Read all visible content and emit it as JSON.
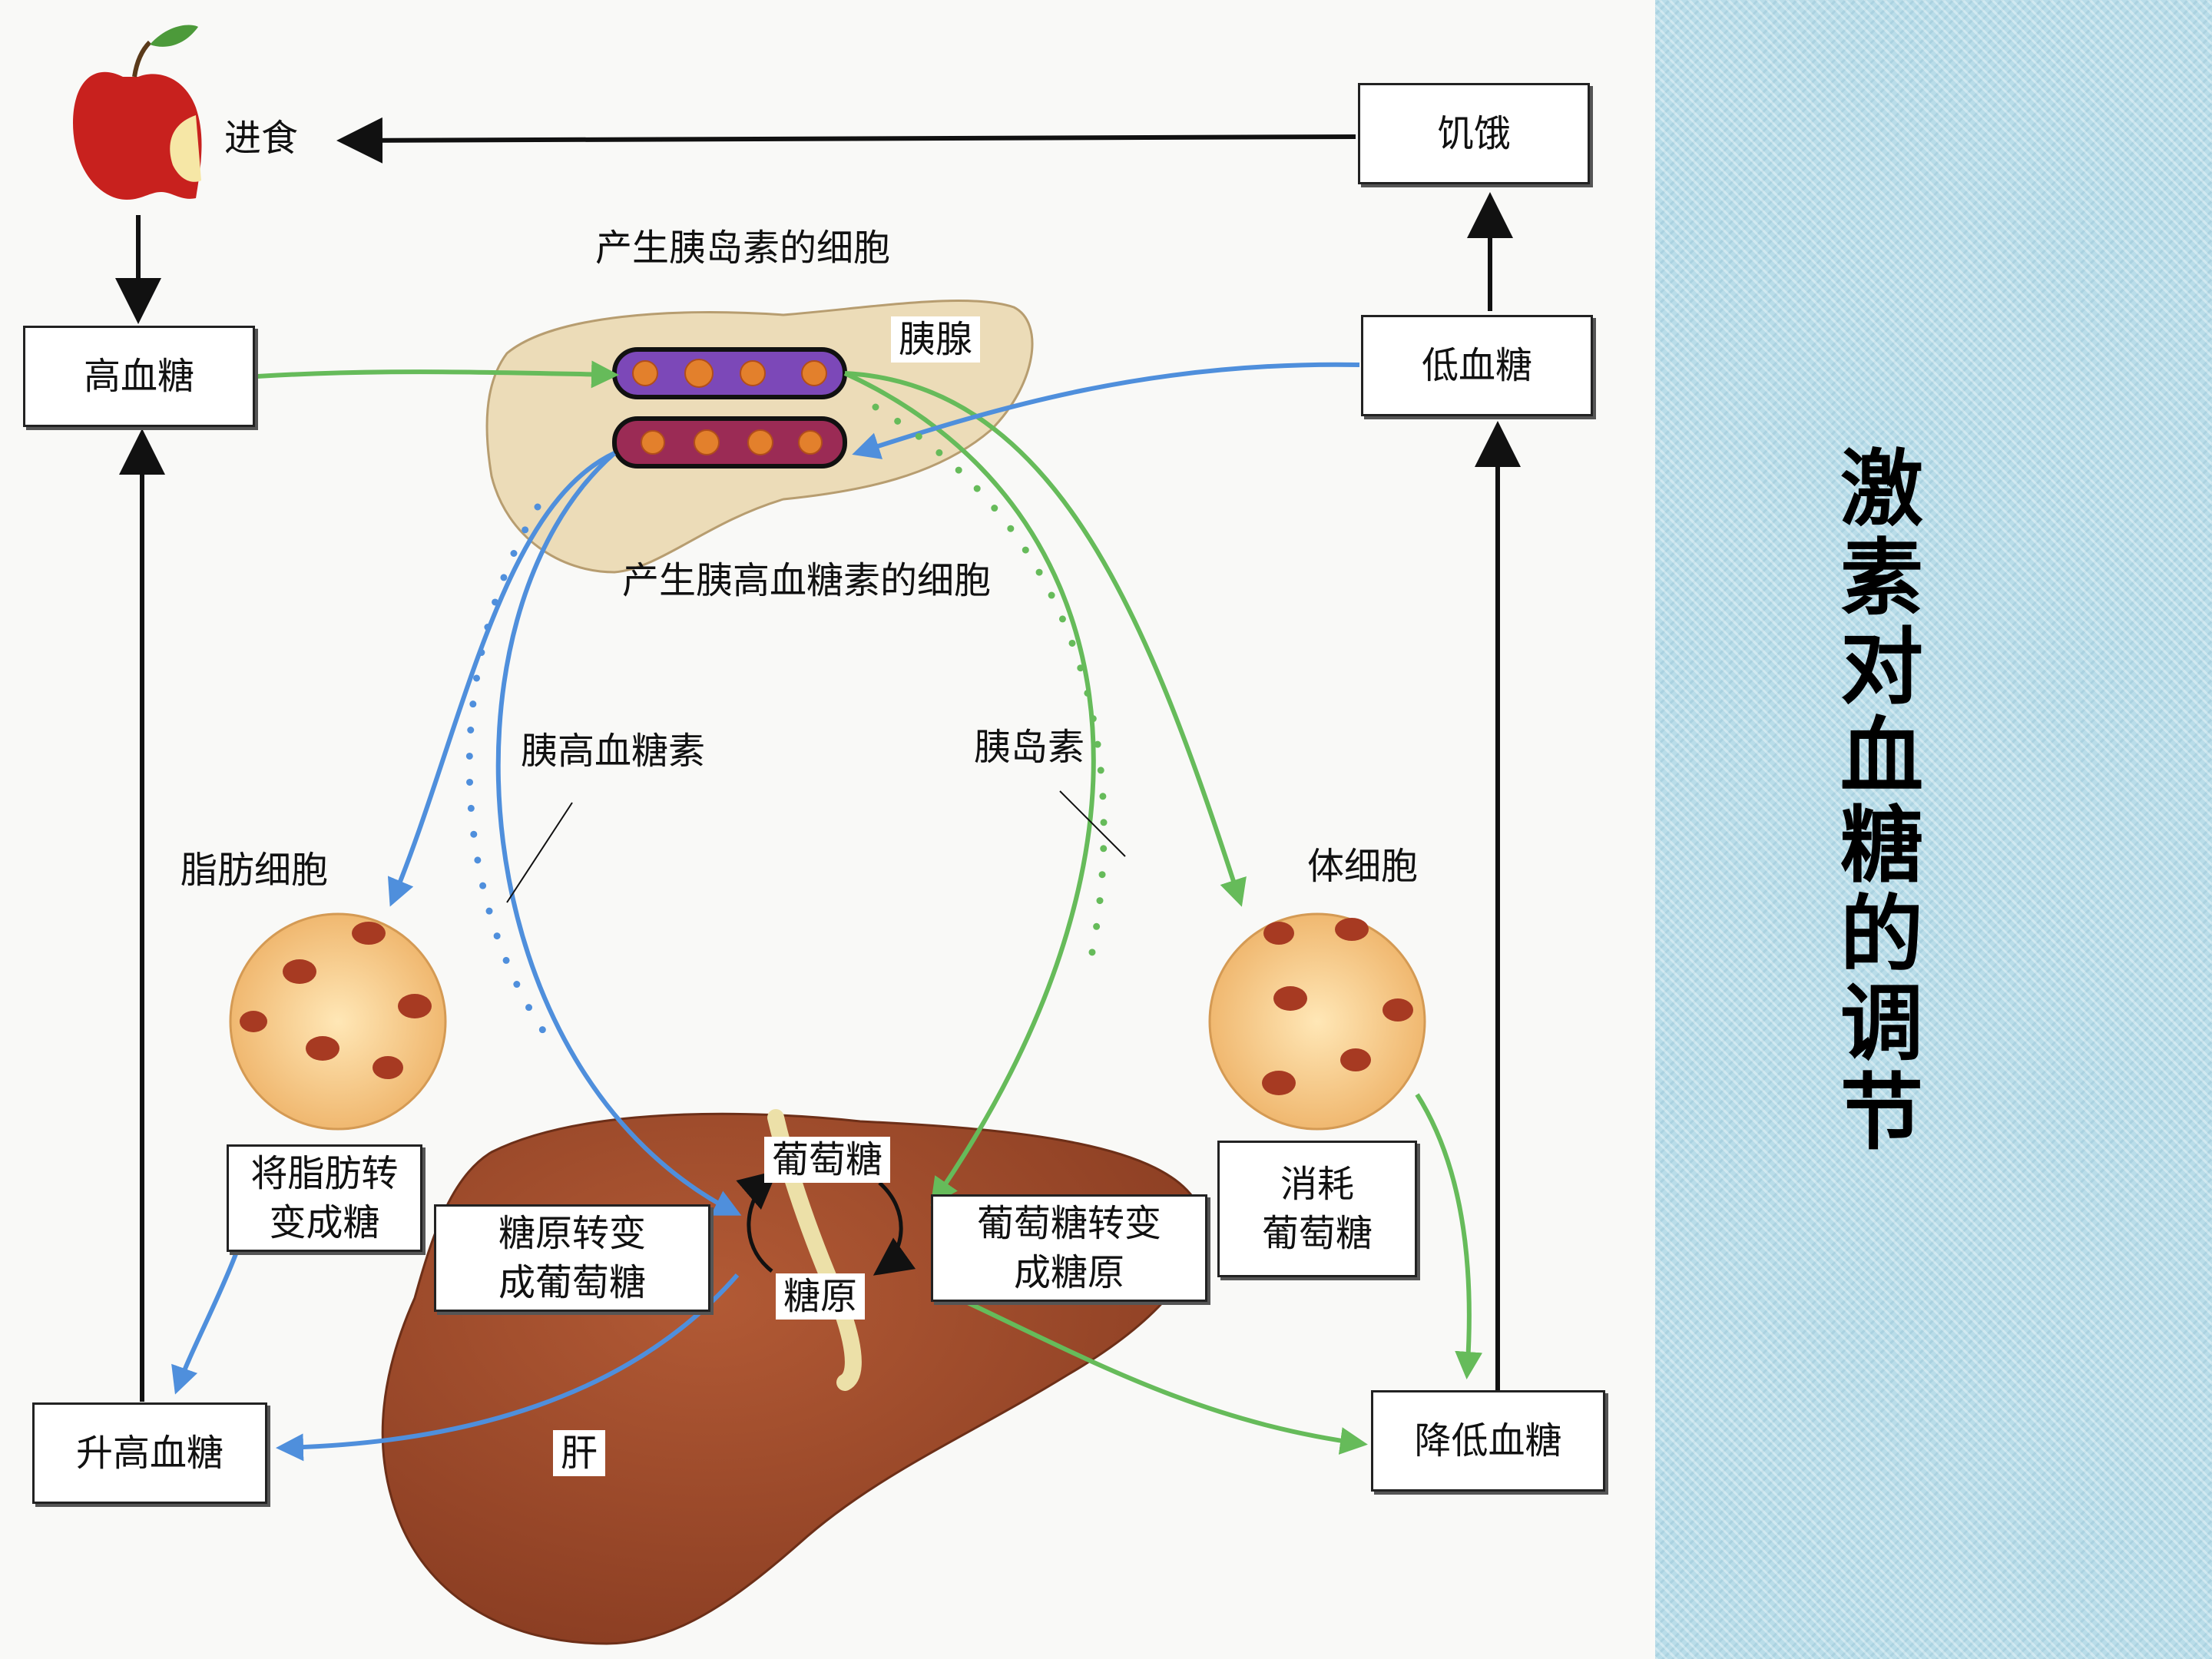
{
  "title": "激素对血糖的调节",
  "nodes": {
    "eat": "进食",
    "hunger": "饥饿",
    "high_sugar": "高血糖",
    "low_sugar": "低血糖",
    "raise_sugar": "升高血糖",
    "lower_sugar": "降低血糖",
    "fat_to_sugar": [
      "将脂肪转",
      "变成糖"
    ],
    "glycogen_to_glucose": [
      "糖原转变",
      "成葡萄糖"
    ],
    "glucose_to_glycogen": [
      "葡萄糖转变",
      "成糖原"
    ],
    "consume_glucose": [
      "消耗",
      "葡萄糖"
    ]
  },
  "labels": {
    "insulin_cells": "产生胰岛素的细胞",
    "glucagon_cells": "产生胰高血糖素的细胞",
    "pancreas": "胰腺",
    "glucagon": "胰高血糖素",
    "insulin": "胰岛素",
    "fat_cell": "脂肪细胞",
    "body_cell": "体细胞",
    "glucose": "葡萄糖",
    "glycogen": "糖原",
    "liver": "肝"
  },
  "colors": {
    "insulin_path": "#66bb5a",
    "glucagon_path": "#4f8fdc",
    "flow": "#111111",
    "liver": "#9c4a2c",
    "panel": "#b9dde9"
  }
}
